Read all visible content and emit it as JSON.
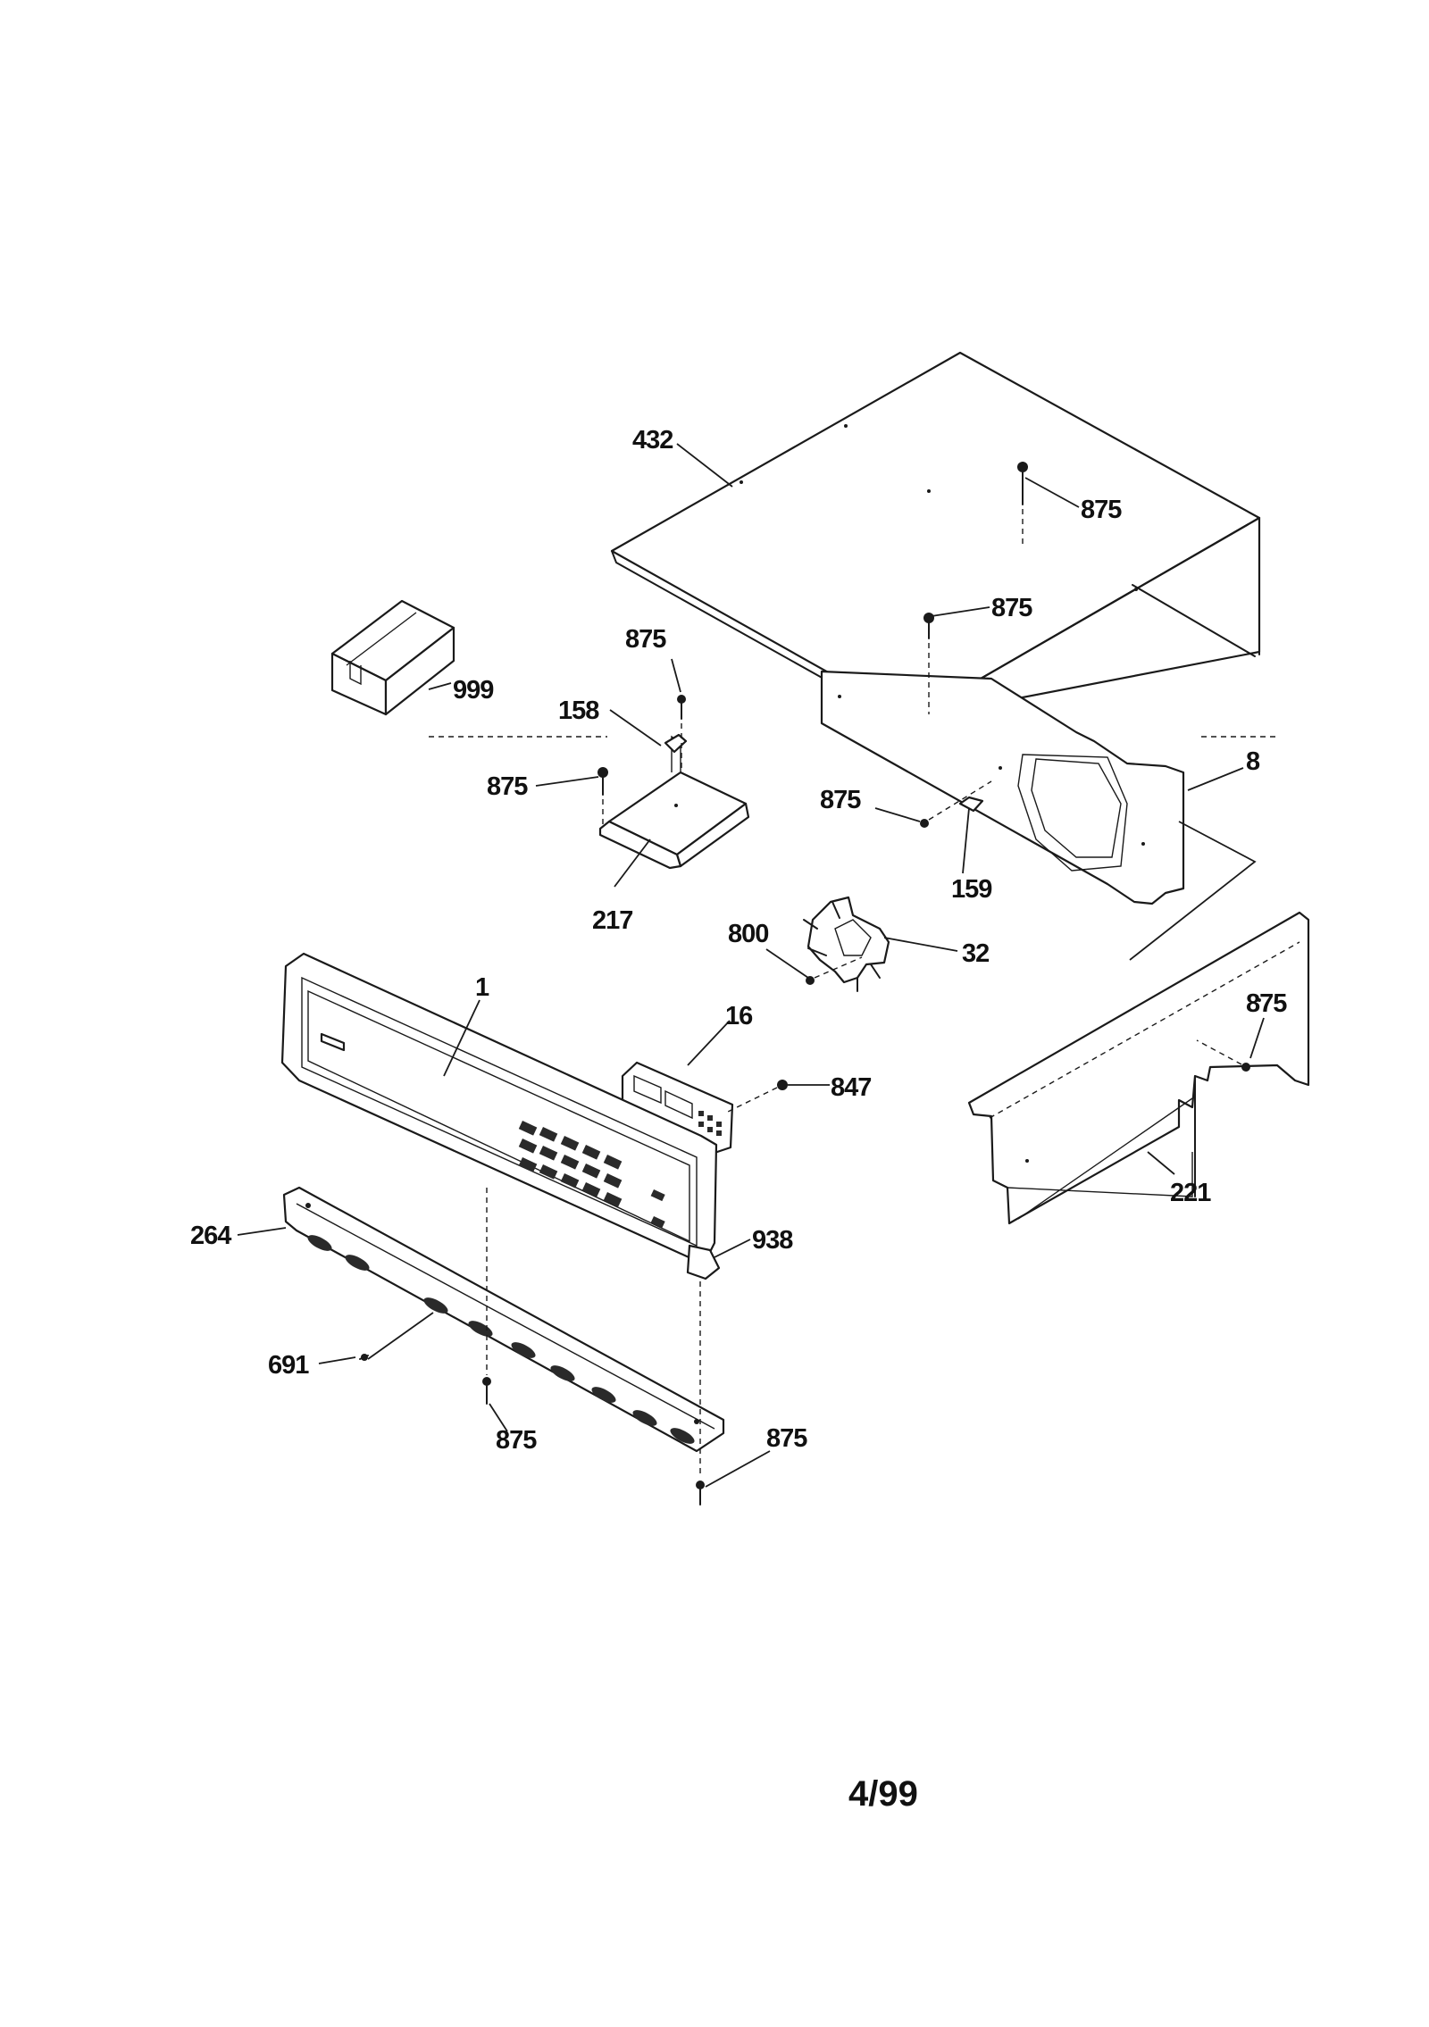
{
  "diagram": {
    "page_label": "4/99",
    "callouts": [
      {
        "id": "c432",
        "text": "432"
      },
      {
        "id": "c875a",
        "text": "875"
      },
      {
        "id": "c875b",
        "text": "875"
      },
      {
        "id": "c875c",
        "text": "875"
      },
      {
        "id": "c999",
        "text": "999"
      },
      {
        "id": "c158",
        "text": "158"
      },
      {
        "id": "c875d",
        "text": "875"
      },
      {
        "id": "c8",
        "text": "8"
      },
      {
        "id": "c875e",
        "text": "875"
      },
      {
        "id": "c159",
        "text": "159"
      },
      {
        "id": "c217",
        "text": "217"
      },
      {
        "id": "c800",
        "text": "800"
      },
      {
        "id": "c32",
        "text": "32"
      },
      {
        "id": "c1",
        "text": "1"
      },
      {
        "id": "c16",
        "text": "16"
      },
      {
        "id": "c875f",
        "text": "875"
      },
      {
        "id": "c847",
        "text": "847"
      },
      {
        "id": "c221",
        "text": "221"
      },
      {
        "id": "c264",
        "text": "264"
      },
      {
        "id": "c938",
        "text": "938"
      },
      {
        "id": "c691",
        "text": "691"
      },
      {
        "id": "c875g",
        "text": "875"
      },
      {
        "id": "c875h",
        "text": "875"
      }
    ]
  }
}
